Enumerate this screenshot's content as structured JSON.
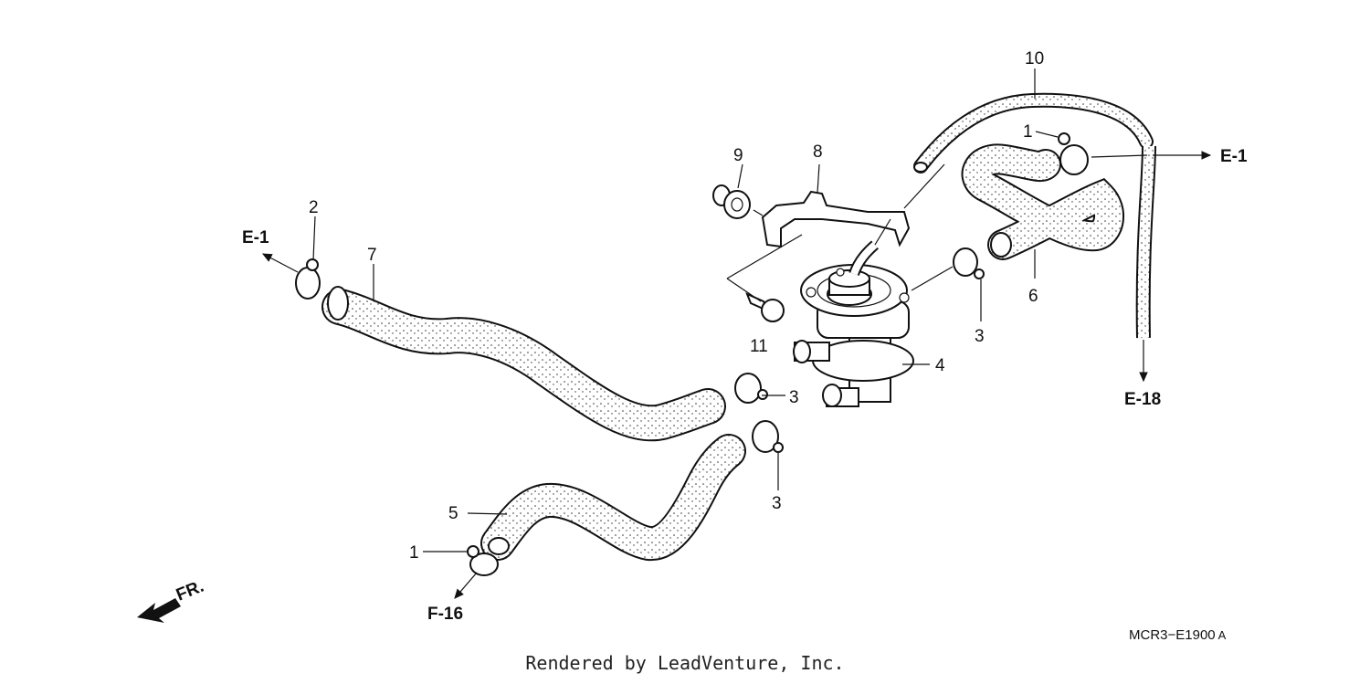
{
  "callouts": {
    "n1a": "1",
    "n1b": "1",
    "n2": "2",
    "n3a": "3",
    "n3b": "3",
    "n3c": "3",
    "n4": "4",
    "n5": "5",
    "n6": "6",
    "n7": "7",
    "n8": "8",
    "n9": "9",
    "n10": "10",
    "n11": "11"
  },
  "refs": {
    "e1_left": "E-1",
    "e1_right": "E-1",
    "e18": "E-18",
    "f16": "F-16",
    "front": "FR."
  },
  "diagram_code": "MCR3−E1900",
  "diagram_code_suffix": "A",
  "footer": "Rendered by LeadVenture, Inc."
}
